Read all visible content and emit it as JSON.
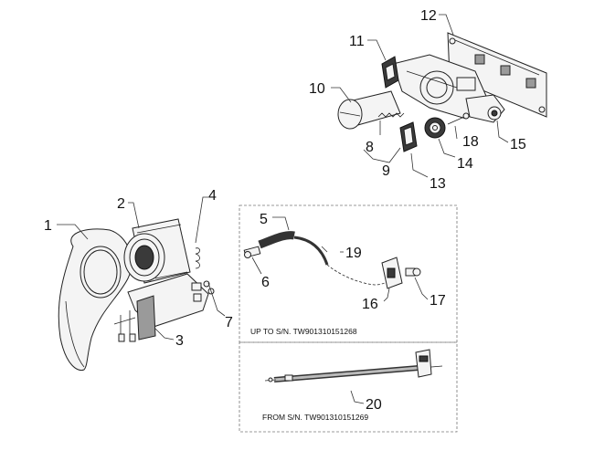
{
  "callouts": {
    "p1": "1",
    "p2": "2",
    "p3": "3",
    "p4": "4",
    "p5": "5",
    "p6": "6",
    "p7": "7",
    "p8": "8",
    "p9": "9",
    "p10": "10",
    "p11": "11",
    "p12": "12",
    "p13": "13",
    "p14": "14",
    "p15": "15",
    "p16": "16",
    "p17": "17",
    "p18": "18",
    "p19": "19",
    "p20": "20"
  },
  "notes": {
    "upper_box": "UP TO S/N. TW901310151268",
    "lower_box": "FROM S/N. TW901310151269"
  }
}
